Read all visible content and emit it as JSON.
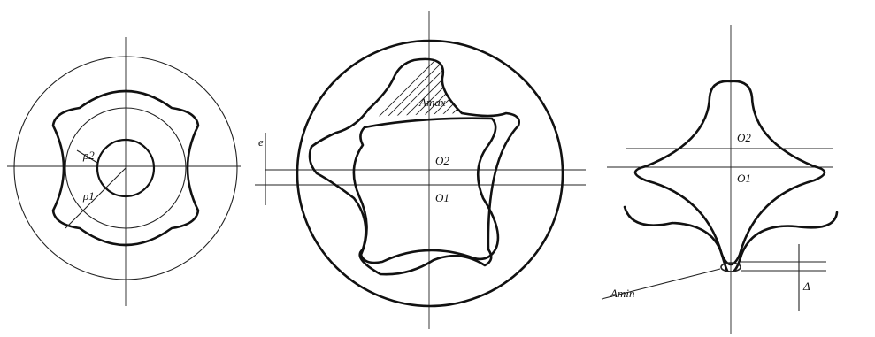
{
  "labels": {
    "rho2": "ρ2",
    "rho1": "ρ1",
    "e": "e",
    "a_max": "Amax",
    "o2_center": "O2",
    "o1_center": "O1",
    "o2_right": "O2",
    "o1_right": "O1",
    "a_min": "Amin",
    "delta": "Δ"
  },
  "colors": {
    "ink": "#111111",
    "background": "#ffffff"
  }
}
